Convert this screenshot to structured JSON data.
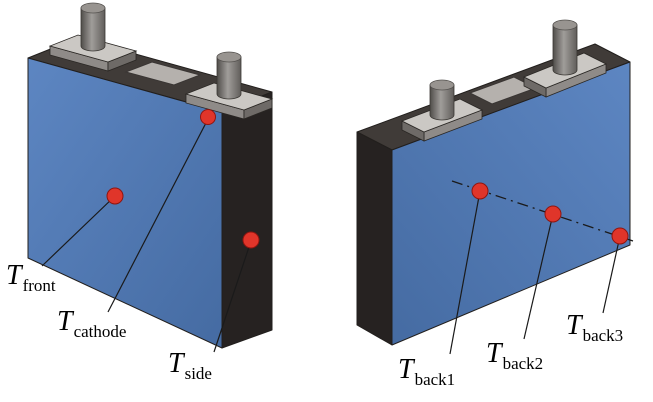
{
  "figure": {
    "colors": {
      "background": "#ffffff",
      "front_face_blue": "#4e78b2",
      "top_face_dark": "#403b38",
      "side_face_dark": "#262221",
      "terminal_base_gray": "#cbc8c4",
      "terminal_base_front_gray": "#8f8b88",
      "terminal_base_side_gray": "#6e6a67",
      "pad_gray": "#b5b1ad",
      "sensor_red": "#e0352a",
      "line_black": "#1a1a1a"
    },
    "left_battery": {
      "sensors": [
        {
          "symbol": "T",
          "subscript": "front"
        },
        {
          "symbol": "T",
          "subscript": "cathode"
        },
        {
          "symbol": "T",
          "subscript": "side"
        }
      ]
    },
    "right_battery": {
      "sensors": [
        {
          "symbol": "T",
          "subscript": "back1"
        },
        {
          "symbol": "T",
          "subscript": "back2"
        },
        {
          "symbol": "T",
          "subscript": "back3"
        }
      ]
    }
  }
}
